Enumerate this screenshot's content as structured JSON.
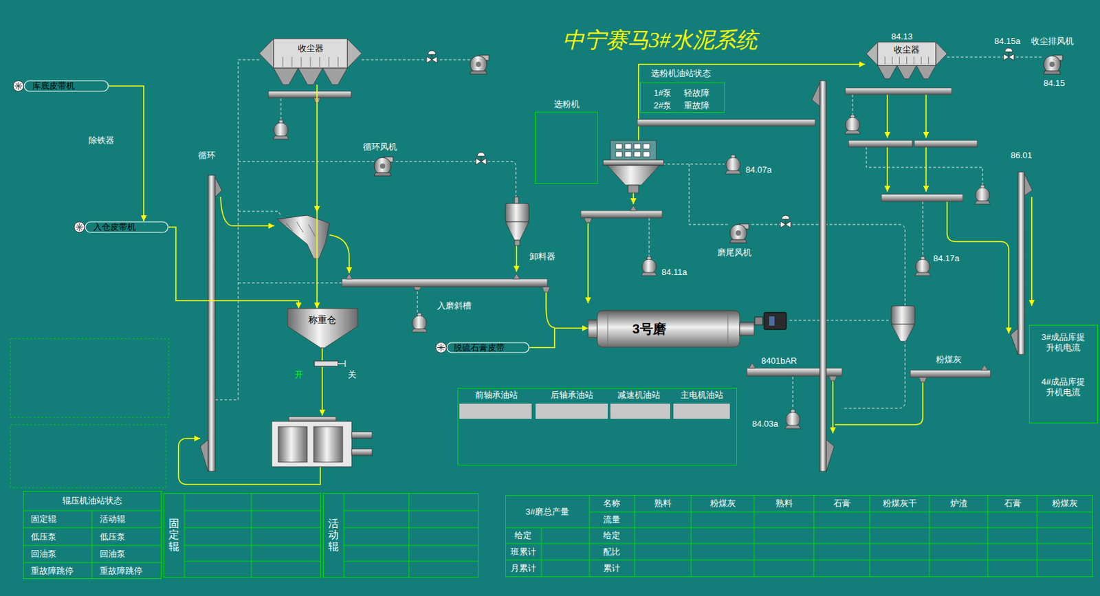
{
  "diagram": {
    "title": "中宁赛马3#水泥系统",
    "nodes": [
      {
        "text": [
          "收尘器"
        ]
      },
      {
        "text": [
          "收尘器"
        ]
      },
      {
        "text": [
          "库底皮带机"
        ]
      },
      {
        "text": [
          "入仓皮带机"
        ]
      },
      {
        "text": [
          "称重仓"
        ]
      },
      {
        "text": [
          "3号磨"
        ]
      },
      {
        "text": [
          "脱硫石膏皮带"
        ]
      },
      {
        "text": [
          "选粉机"
        ]
      },
      {
        "text": [
          "选粉机油站状态",
          "1#泵",
          "轻故障",
          "2#泵",
          "重故障"
        ]
      },
      {
        "text": [
          "3#成品库提升机电流",
          "4#成品库提升机电流"
        ]
      },
      {
        "text": [
          "前轴承油站",
          "后轴承油站",
          "减速机油站",
          "主电机油站"
        ]
      },
      {
        "text": [
          "辊压机油站状态",
          "固定辊",
          "活动辊",
          "低压泵",
          "低压泵",
          "回油泵",
          "回油泵",
          "重故障跳停",
          "重故障跳停"
        ]
      },
      {
        "text": [
          "固定辊"
        ]
      },
      {
        "text": [
          "活动辊"
        ]
      },
      {
        "text": [
          "3#磨总产量",
          "给定",
          "班累计",
          "月累计",
          "名称",
          "流量",
          "给定",
          "配比",
          "累计",
          "熟料",
          "粉煤灰",
          "熟料",
          "石膏",
          "粉煤灰干",
          "炉渣",
          "石膏",
          "粉煤灰"
        ]
      }
    ],
    "edges": [
      {
        "from": 2,
        "to": 3,
        "label": "除铁器",
        "arrow": "to"
      },
      {
        "from": 3,
        "to": 4,
        "arrow": "to"
      },
      {
        "from": 0,
        "to": 4,
        "arrow": "to"
      },
      {
        "from": 6,
        "to": 5,
        "arrow": "to"
      }
    ],
    "labels": [
      "循环",
      "循环风机",
      "卸料器",
      "入磨斜槽",
      "开",
      "关",
      "84.13",
      "84.15a",
      "收尘排风机",
      "84.15",
      "84.07a",
      "84.11a",
      "磨尾风机",
      "84.17a",
      "86.01",
      "8401bAR",
      "84.03a",
      "粉煤灰"
    ]
  }
}
